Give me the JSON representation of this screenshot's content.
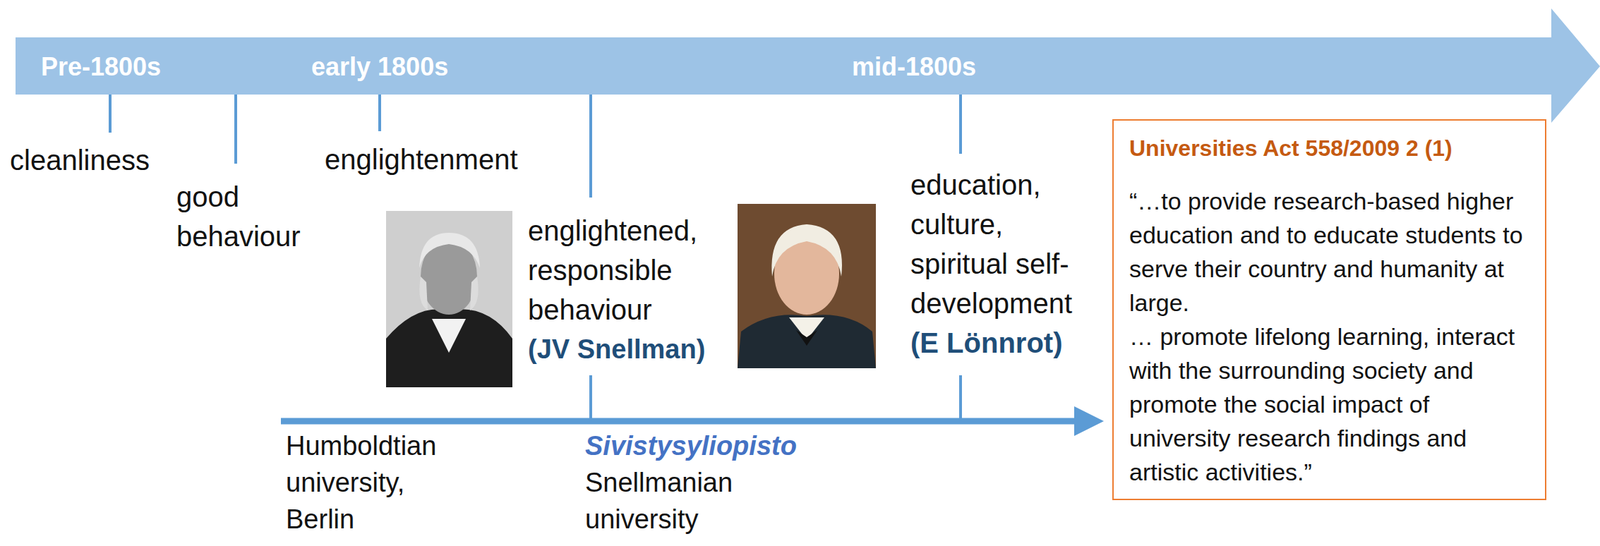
{
  "diagram": {
    "nodes": [
      {
        "text": [
          "Pre-1800s",
          "early 1800s",
          "mid-1800s"
        ]
      },
      {
        "text": [
          "Universities Act 558/2009 2 (1)",
          "“…to provide research-based higher education and to educate students to serve their country and humanity at large.",
          "… promote lifelong learning, interact with the surrounding society and promote the social impact of university research findings and artistic activities.”"
        ]
      }
    ],
    "labels": [
      "cleanliness",
      "good behaviour",
      "englightenment",
      "englightened, responsible behaviour",
      "(JV Snellman)",
      "education, culture, spiritual self-development",
      "(E Lönnrot)",
      "Humboldtian university, Berlin",
      "Sivistysyliopisto",
      "Snellmanian university"
    ]
  }
}
